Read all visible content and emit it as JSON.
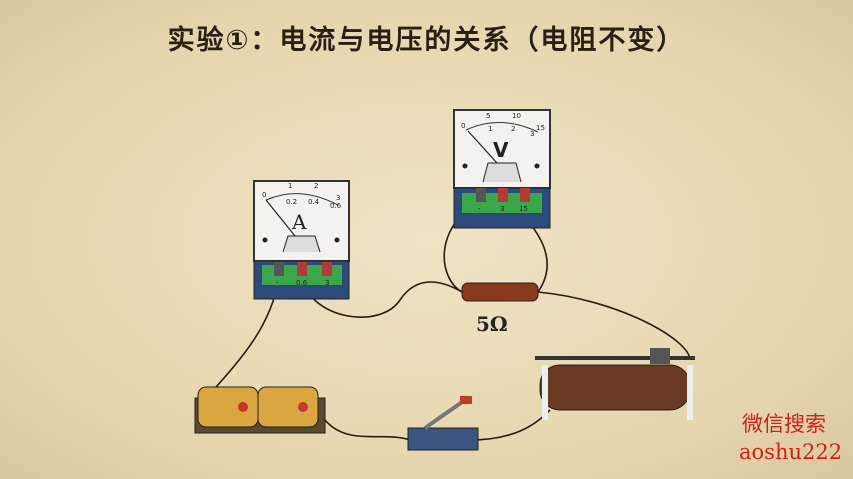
{
  "title": "实验①：电流与电压的关系（电阻不变）",
  "ammeter": {
    "symbol": "A",
    "top_scale": [
      "0",
      "1",
      "2",
      "3"
    ],
    "bottom_scale": [
      "0.2",
      "0.4",
      "0.6"
    ],
    "terminals": [
      "-",
      "0.6",
      "3"
    ]
  },
  "voltmeter": {
    "symbol": "V",
    "top_scale": [
      "0",
      "5",
      "10",
      "15"
    ],
    "bottom_scale": [
      "1",
      "2",
      "3"
    ],
    "terminals": [
      "-",
      "3",
      "15"
    ]
  },
  "resistor_label": "5Ω",
  "watermark": {
    "line1": "微信搜索",
    "line2": "aoshu222"
  }
}
